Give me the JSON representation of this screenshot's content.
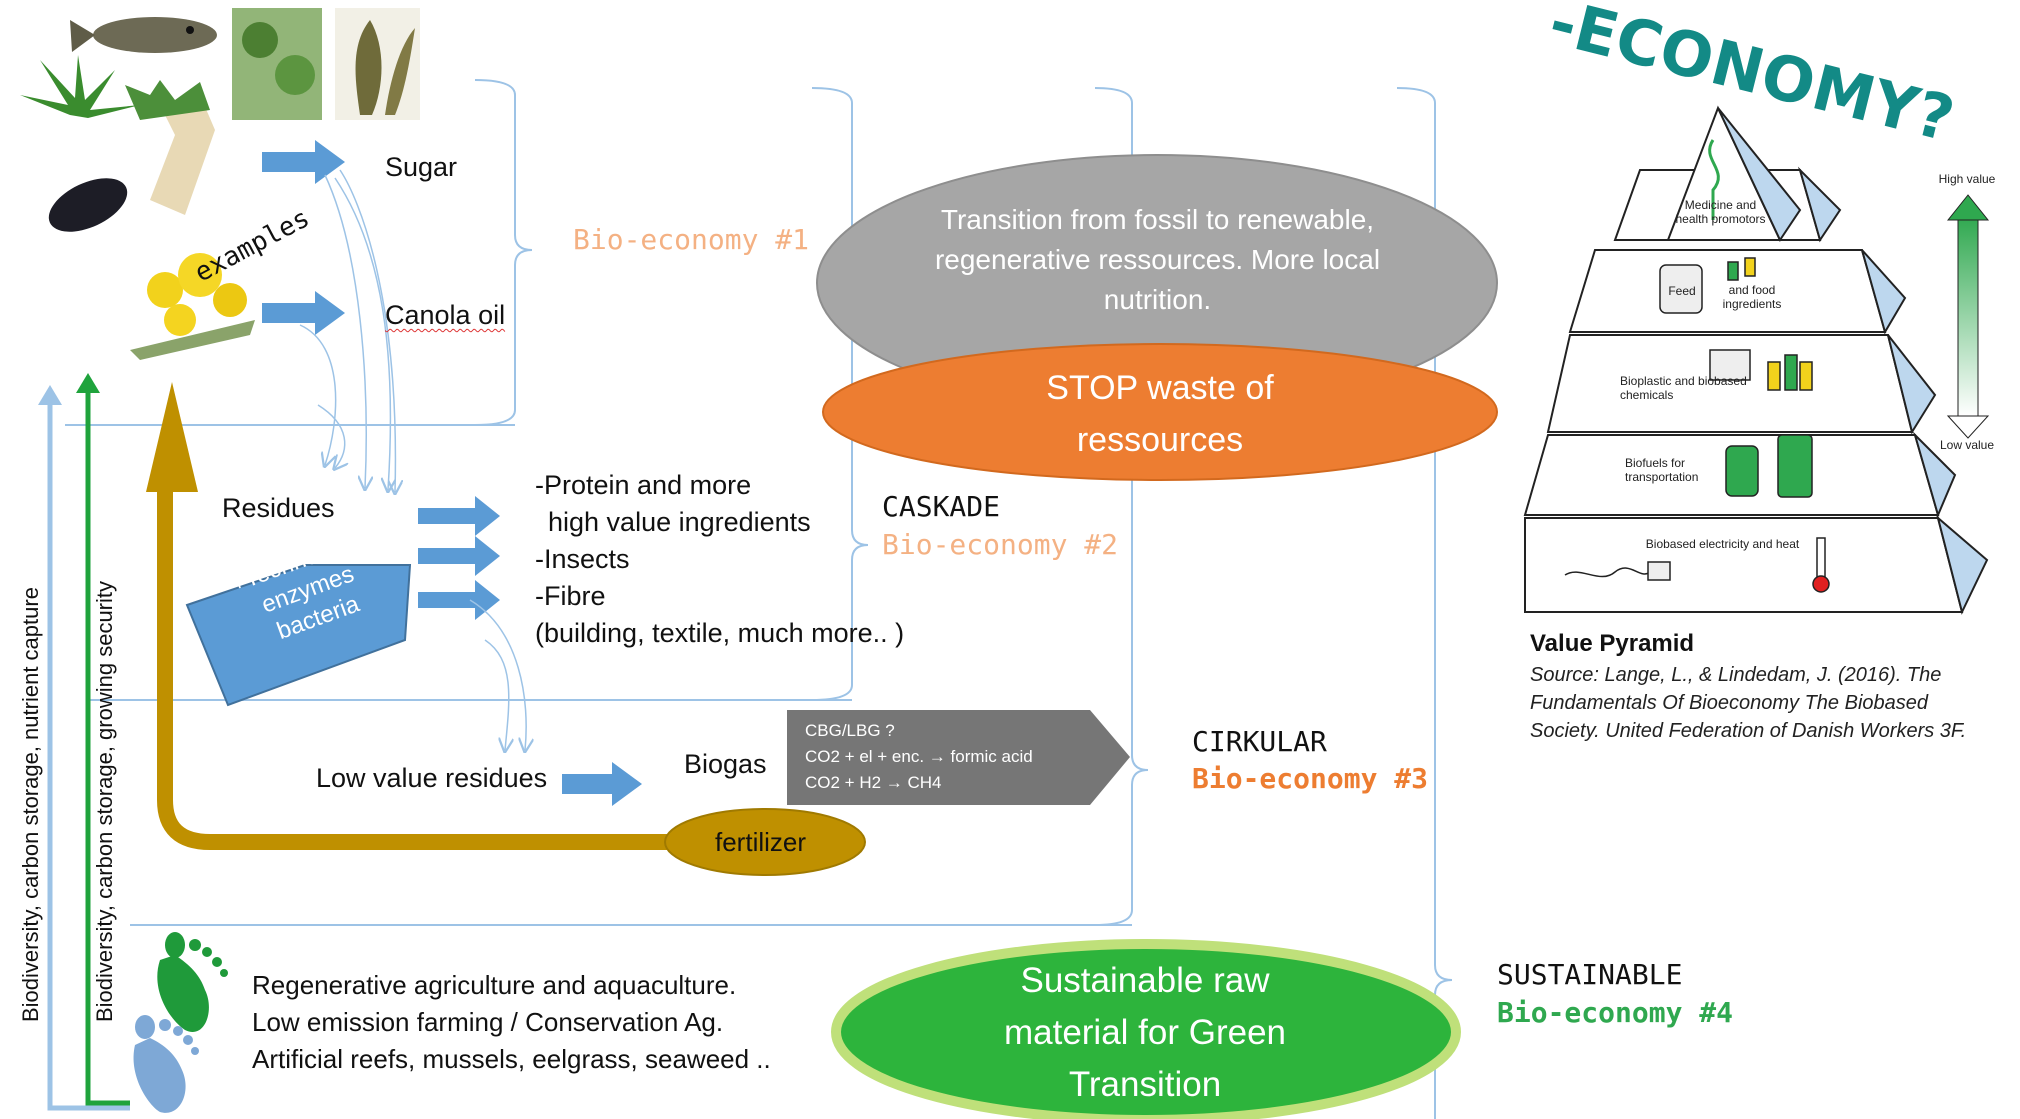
{
  "title_fragment": "-ECONOMY?",
  "streams": {
    "sugar": "Sugar",
    "canola": "Canola oil",
    "residues": "Residues",
    "low_value": "Low value residues",
    "biogas": "Biogas",
    "examples": "examples"
  },
  "technology_box": [
    "+Technology,",
    "enzymes",
    "bacteria"
  ],
  "products": [
    "-Protein and more",
    "high value ingredients",
    "-Insects",
    "-Fibre",
    "(building, textile, much more.. )"
  ],
  "biogas_box": [
    "CBG/LBG ?",
    "CO2 + el + enc. → formic acid",
    "CO2 + H2 → CH4"
  ],
  "fertilizer": "fertilizer",
  "ellipses": {
    "fossil": "Transition from fossil to renewable, regenerative ressources. More local nutrition.",
    "stop": "STOP waste of ressources",
    "sustainable": "Sustainable raw material for Green Transition"
  },
  "stages": [
    {
      "heading": "",
      "label": "Bio-economy #1",
      "color": "#f4b183"
    },
    {
      "heading": "CASKADE",
      "label": "Bio-economy #2",
      "color": "#f4b183"
    },
    {
      "heading": "CIRKULAR",
      "label": "Bio-economy #3",
      "color": "#ed7d31"
    },
    {
      "heading": "SUSTAINABLE",
      "label": "Bio-economy #4",
      "color": "#2fa84f"
    }
  ],
  "regenerative": [
    "Regenerative agriculture and aquaculture.",
    "Low emission farming / Conservation Ag.",
    "Artificial reefs, mussels, eelgrass, seaweed .."
  ],
  "vertical_labels": [
    "Biodiversity, carbon storage, nutrient capture",
    "Biodiversity, carbon storage, growing security"
  ],
  "pyramid": {
    "levels": [
      "Medicine and health promotors",
      "Feed",
      "and food ingredients",
      "Bioplastic and biobased chemicals",
      "Biofuels for transportation",
      "Biobased electricity and heat"
    ],
    "high": "High value",
    "low": "Low value",
    "caption_title": "Value Pyramid",
    "source": [
      "Source: Lange, L., & Lindedam, J. (2016). The",
      "Fundamentals Of Bioeconomy The Biobased",
      "Society. United Federation of Danish Workers 3F."
    ]
  },
  "colors": {
    "blue_arrow": "#5b9bd5",
    "gold": "#bf9000",
    "orange": "#ed7d31",
    "grey": "#a6a6a6",
    "green": "#2db43c",
    "teal": "#138a86"
  }
}
